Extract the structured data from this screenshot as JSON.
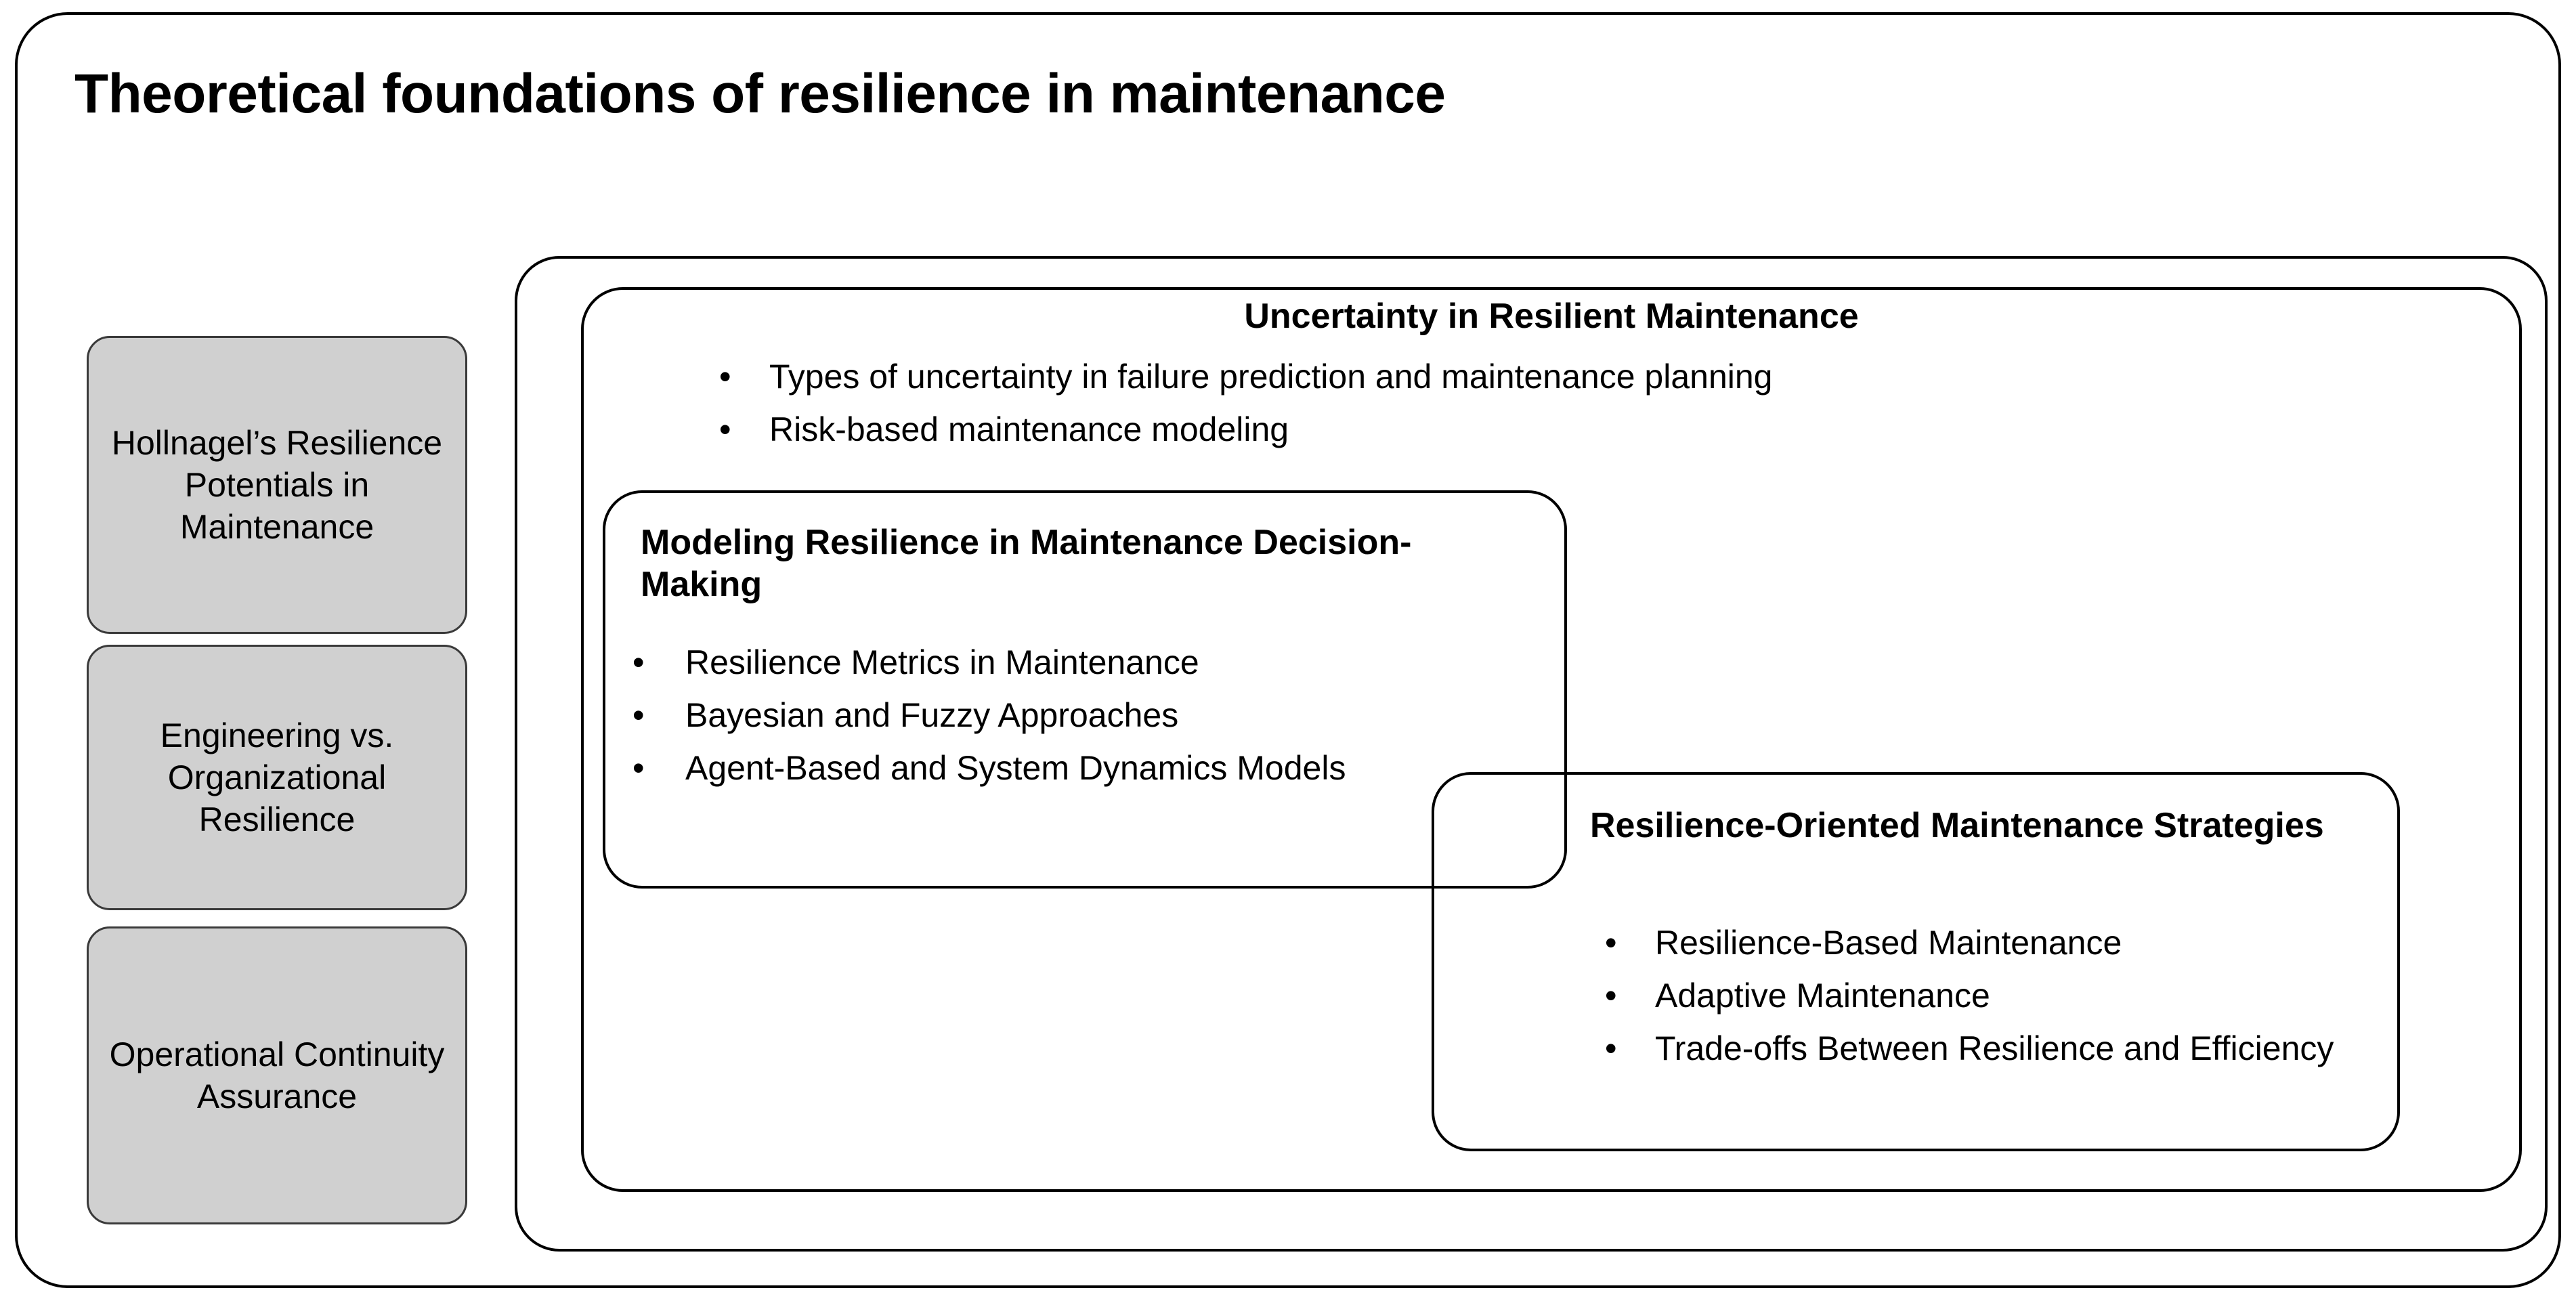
{
  "diagram": {
    "title": "Theoretical foundations of resilience in maintenance",
    "bullet_glyph": "•",
    "colors": {
      "background": "#ffffff",
      "outline": "#000000",
      "card_fill": "#d0d0d0",
      "card_outline": "#3a3a3a",
      "text": "#000000"
    },
    "concept_cards": [
      {
        "label": "Hollnagel’s Resilience Potentials in Maintenance"
      },
      {
        "label": "Engineering vs. Organizational Resilience"
      },
      {
        "label": "Operational Continuity Assurance"
      }
    ],
    "panels": [
      {
        "id": "uncertainty",
        "heading": "Uncertainty in Resilient Maintenance",
        "heading_align": "center",
        "bullets": [
          "Types of uncertainty in failure prediction and maintenance planning",
          "Risk-based maintenance modeling"
        ]
      },
      {
        "id": "modeling",
        "heading": "Modeling Resilience in Maintenance Decision-Making",
        "heading_align": "left",
        "bullets": [
          "Resilience Metrics in Maintenance",
          "Bayesian and Fuzzy Approaches",
          "Agent-Based and System Dynamics Models"
        ]
      },
      {
        "id": "strategies",
        "heading": "Resilience-Oriented Maintenance Strategies",
        "heading_align": "left",
        "bullets": [
          "Resilience-Based Maintenance",
          "Adaptive Maintenance",
          "Trade-offs Between Resilience and Efficiency"
        ]
      }
    ]
  }
}
